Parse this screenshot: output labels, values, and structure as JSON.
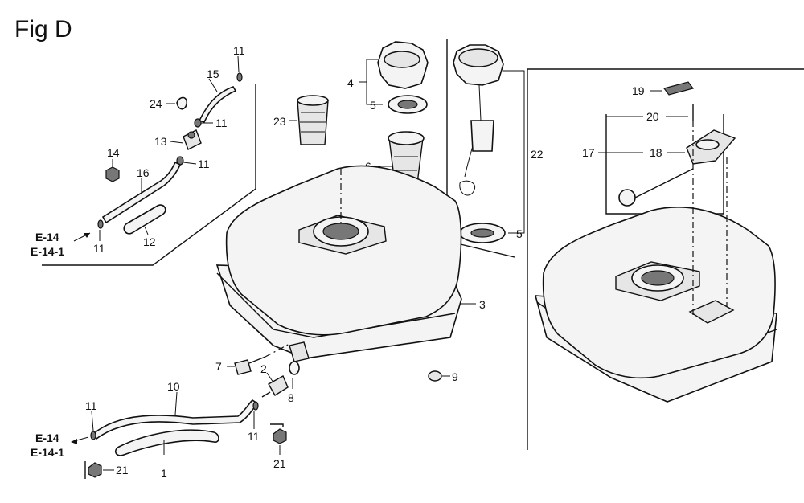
{
  "figure": {
    "title": "Fig D"
  },
  "callouts": {
    "c1": "1",
    "c2": "2",
    "c3": "3",
    "c4": "4",
    "c5a": "5",
    "c5b": "5",
    "c6": "6",
    "c7": "7",
    "c8": "8",
    "c9": "9",
    "c10": "10",
    "c11a": "11",
    "c11b": "11",
    "c11c": "11",
    "c11d": "11",
    "c11e": "11",
    "c11f": "11",
    "c12": "12",
    "c13": "13",
    "c14": "14",
    "c15": "15",
    "c16": "16",
    "c17": "17",
    "c18": "18",
    "c19": "19",
    "c20": "20",
    "c21a": "21",
    "c21b": "21",
    "c22": "22",
    "c23": "23",
    "c24": "24"
  },
  "references": {
    "upper": [
      "E-14",
      "E-14-1"
    ],
    "lower": [
      "E-14",
      "E-14-1"
    ]
  }
}
